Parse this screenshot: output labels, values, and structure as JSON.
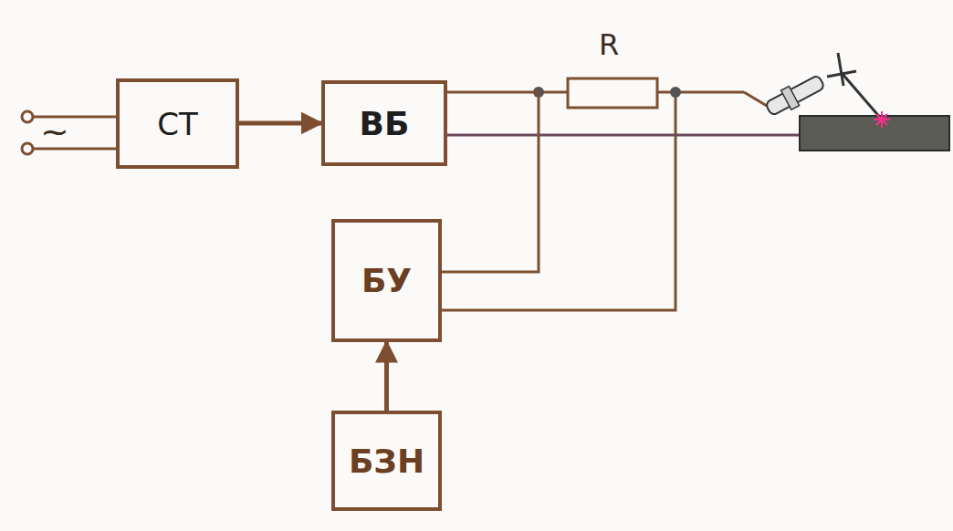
{
  "diagram": {
    "nodes": [
      {
        "text": [
          "СТ"
        ]
      },
      {
        "text": [
          "ВБ"
        ]
      },
      {
        "text": [
          "БУ"
        ]
      },
      {
        "text": [
          "БЗН"
        ]
      }
    ],
    "edges": [
      {
        "from": 0,
        "to": 1,
        "arrow": "to"
      },
      {
        "from": 1,
        "to": 2,
        "arrow": "none"
      },
      {
        "from": 3,
        "to": 2,
        "arrow": "to"
      }
    ],
    "labels": [
      "~",
      "R"
    ]
  }
}
